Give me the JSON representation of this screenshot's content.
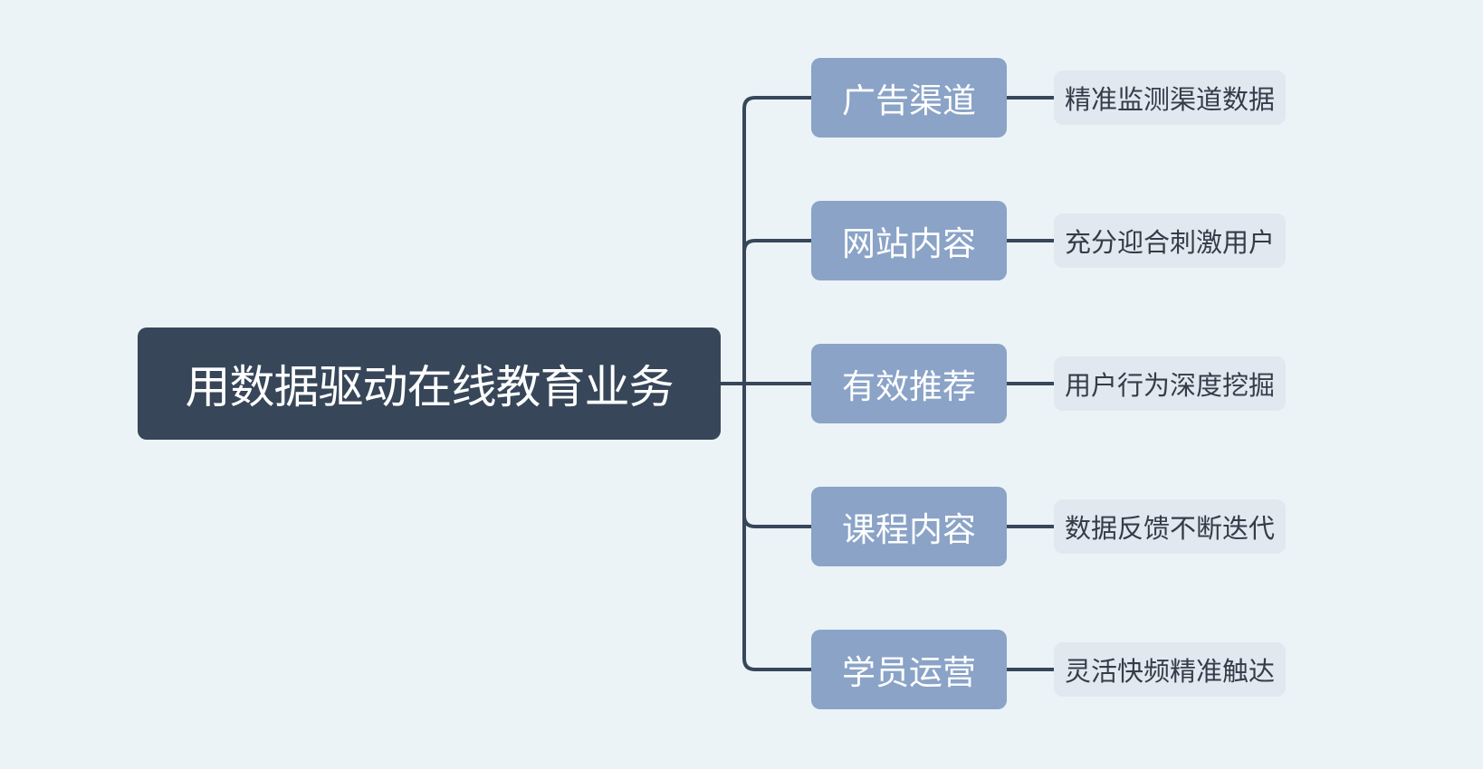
{
  "diagram": {
    "root": {
      "label": "用数据驱动在线教育业务"
    },
    "branches": [
      {
        "label": "广告渠道",
        "detail": "精准监测渠道数据"
      },
      {
        "label": "网站内容",
        "detail": "充分迎合刺激用户"
      },
      {
        "label": "有效推荐",
        "detail": "用户行为深度挖掘"
      },
      {
        "label": "课程内容",
        "detail": "数据反馈不断迭代"
      },
      {
        "label": "学员运营",
        "detail": "灵活快频精准触达"
      }
    ]
  },
  "colors": {
    "background": "#ebf3f7",
    "root_fill": "#374659",
    "branch_fill": "#8aa3c7",
    "leaf_fill": "#e1e8f0",
    "connector": "#374659"
  }
}
